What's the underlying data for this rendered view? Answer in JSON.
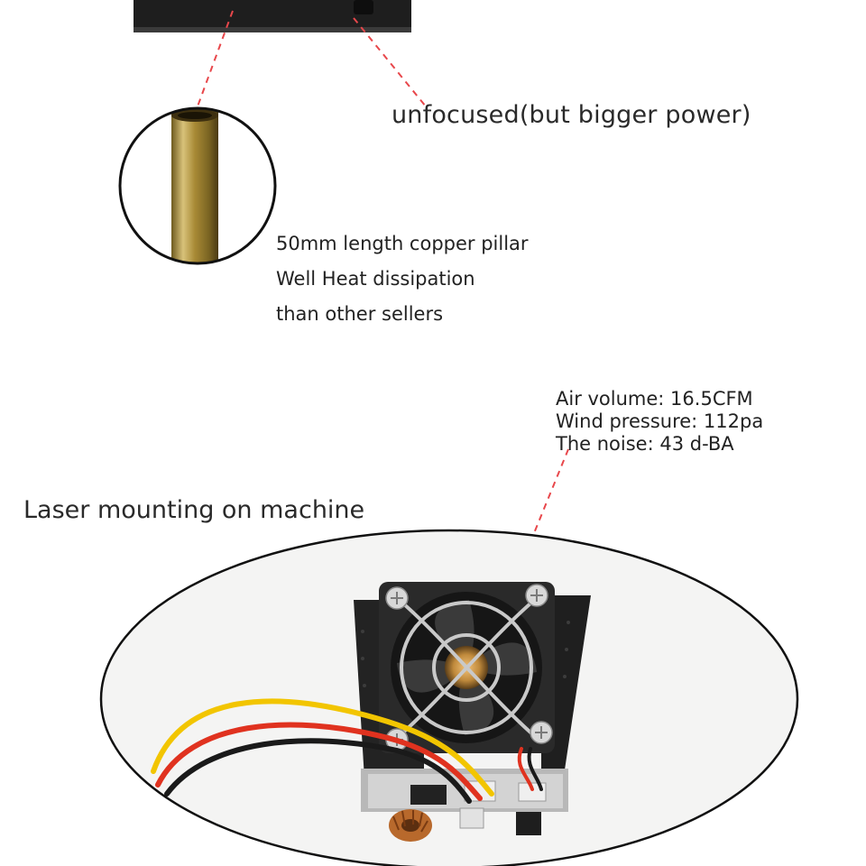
{
  "labels": {
    "unfocused": "unfocused(but bigger power)",
    "pillar_lines": [
      "50mm length copper pillar",
      "Well Heat dissipation",
      "than other sellers"
    ],
    "fan_specs": [
      "Air volume: 16.5CFM",
      "Wind pressure: 112pa",
      "The noise: 43 d-BA"
    ],
    "mounting_title": "Laser mounting on machine"
  },
  "colors": {
    "callout_line": "#e8474b",
    "wire_yellow": "#f2c500",
    "wire_red": "#e0321f",
    "wire_black": "#1a1a1a",
    "copper": "#b89a3a",
    "heatsink": "#1c1c1c"
  }
}
